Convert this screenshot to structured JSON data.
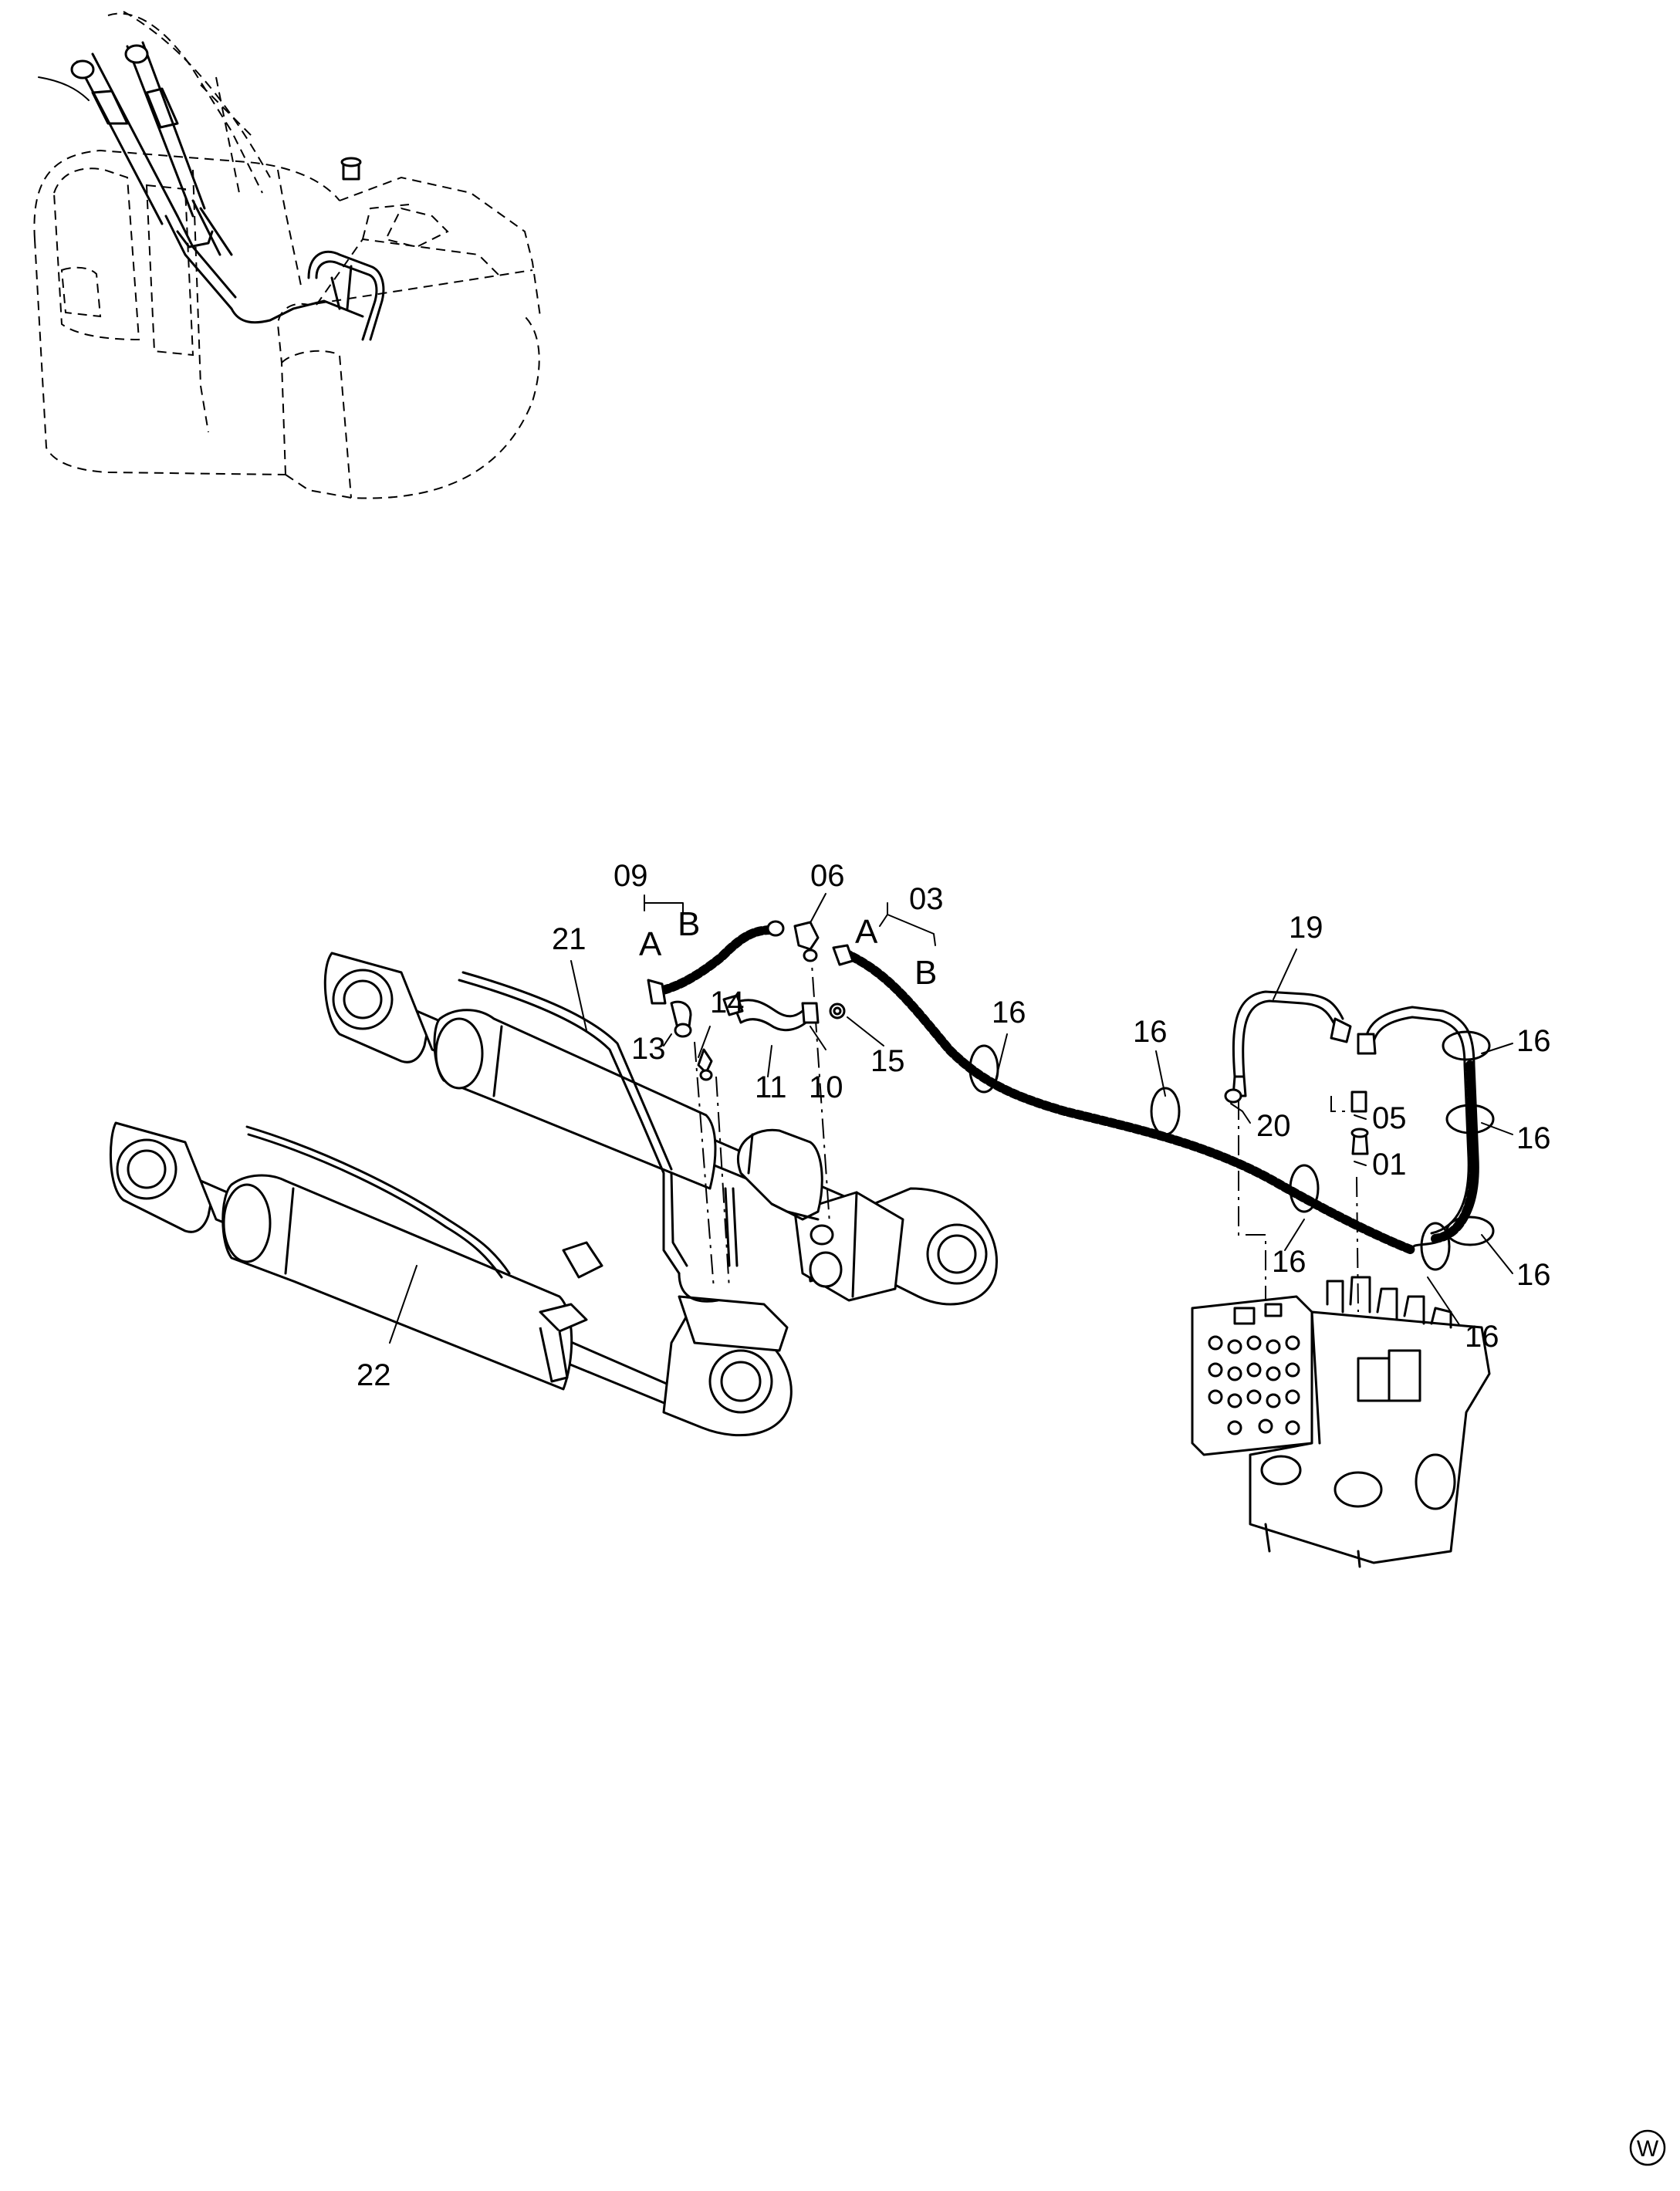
{
  "callouts": {
    "c09": "09",
    "c06": "06",
    "c03": "03",
    "c21": "21",
    "c19": "19",
    "c14": "14",
    "c13": "13",
    "c11": "11",
    "c10": "10",
    "c15": "15",
    "c16a": "16",
    "c16b": "16",
    "c16c": "16",
    "c16d": "16",
    "c16e": "16",
    "c16f": "16",
    "c16g": "16",
    "c20": "20",
    "c05": "05",
    "c01": "01",
    "c22": "22"
  },
  "port_letters": {
    "a1": "A",
    "b1": "B",
    "a2": "A",
    "b2": "B"
  },
  "corner_mark": "W"
}
